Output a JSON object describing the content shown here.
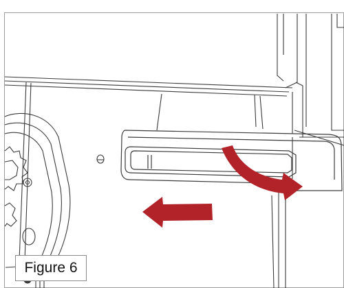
{
  "figure": {
    "caption": "Figure 6",
    "arrows": [
      {
        "name": "slide-left-arrow",
        "direction": "left",
        "color": "#b22229"
      },
      {
        "name": "rotate-down-arrow",
        "direction": "curved-down-right",
        "color": "#b22229"
      }
    ],
    "line_color": "#3a3a3a",
    "border_color": "#9a9a9a"
  }
}
